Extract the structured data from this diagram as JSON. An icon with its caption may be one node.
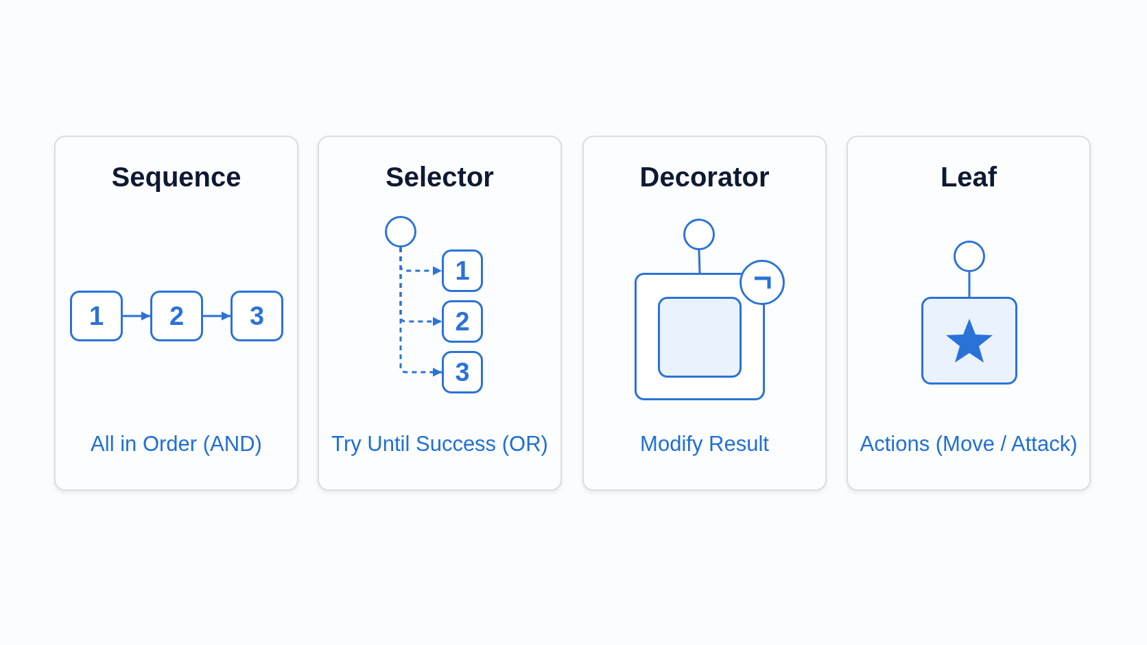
{
  "diagram": {
    "nodes": [
      {
        "text": [
          "Sequence",
          "All in Order (AND)"
        ]
      },
      {
        "text": [
          "1"
        ],
        "in": 0
      },
      {
        "text": [
          "2"
        ],
        "in": 0
      },
      {
        "text": [
          "3"
        ],
        "in": 0
      },
      {
        "text": [
          "Selector",
          "Try Until Success (OR)"
        ]
      },
      {
        "text": [],
        "shape": "circle",
        "in": 4
      },
      {
        "text": [
          "1"
        ],
        "in": 4
      },
      {
        "text": [
          "2"
        ],
        "in": 4
      },
      {
        "text": [
          "3"
        ],
        "in": 4
      },
      {
        "text": [
          "Decorator",
          "Modify Result"
        ]
      },
      {
        "text": [],
        "shape": "circle",
        "in": 9
      },
      {
        "text": [],
        "shape": "box",
        "in": 9
      },
      {
        "text": [],
        "shape": "box",
        "in": 11
      },
      {
        "text": [],
        "shape": "circle",
        "in": 9
      },
      {
        "text": [
          "Leaf",
          "Actions (Move / Attack)"
        ]
      },
      {
        "text": [],
        "shape": "circle",
        "in": 14
      },
      {
        "text": [],
        "shape": "box",
        "in": 14
      }
    ],
    "edges": [
      {
        "from": 1,
        "to": 2,
        "arrow": "to"
      },
      {
        "from": 2,
        "to": 3,
        "arrow": "to"
      },
      {
        "from": 5,
        "to": 6,
        "arrow": "to",
        "style": "dashed"
      },
      {
        "from": 5,
        "to": 7,
        "arrow": "to",
        "style": "dashed"
      },
      {
        "from": 5,
        "to": 8,
        "arrow": "to",
        "style": "dashed"
      },
      {
        "from": 10,
        "to": 11,
        "arrow": "none"
      },
      {
        "from": 15,
        "to": 16,
        "arrow": "none"
      }
    ]
  }
}
